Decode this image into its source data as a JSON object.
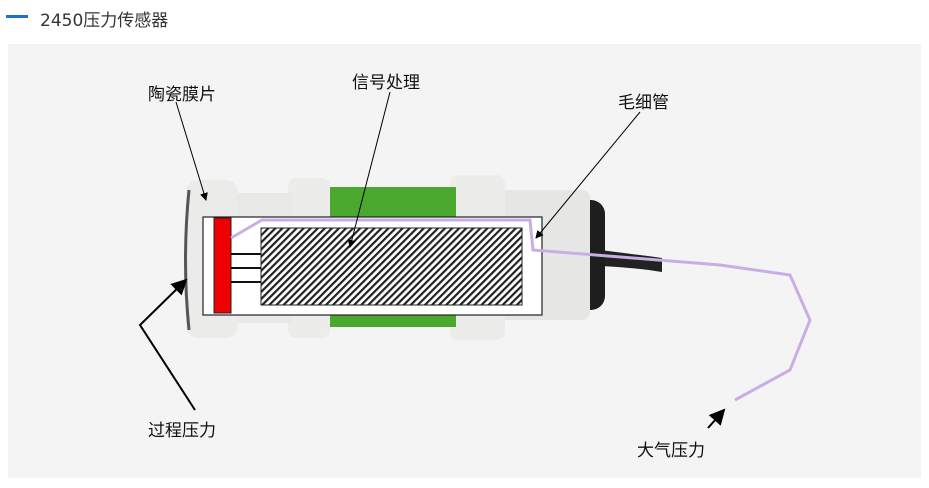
{
  "header": {
    "title": "2450压力传感器",
    "accent": "#1a73c8"
  },
  "labels": {
    "ceramic": "陶瓷膜片",
    "signal": "信号处理",
    "capillary": "毛细管",
    "process": "过程压力",
    "atmos": "大气压力"
  },
  "colors": {
    "diaphragm": "#ee0000",
    "capillary": "#c9aee6",
    "label_band": "#4aa82e"
  }
}
